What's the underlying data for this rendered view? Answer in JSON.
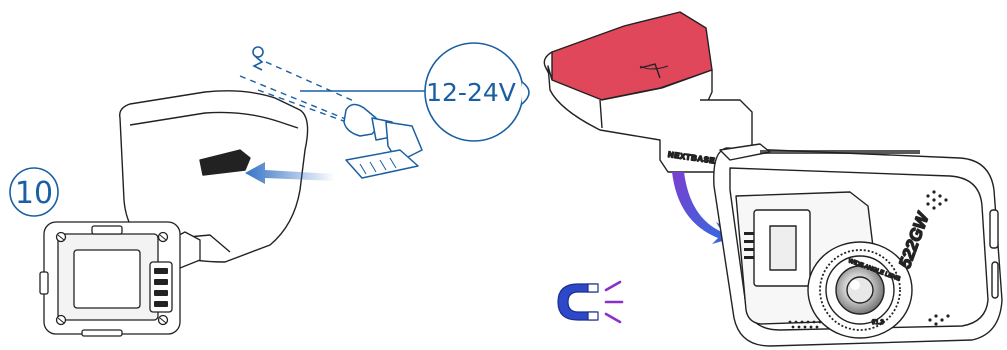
{
  "step": {
    "number": "10"
  },
  "power": {
    "voltage": "12-24V"
  },
  "camera": {
    "brand": "NEXTBASE",
    "model": "522GW",
    "lens_text": "WIDE ANGLE LENS",
    "lens_small": "f/1.3"
  },
  "icons": [
    "screw-icon",
    "plug-icon",
    "magnet-icon",
    "slide-arrow-icon",
    "curved-arrow-icon"
  ],
  "colors": {
    "accent_blue": "#1a5fa3",
    "arrow_blue": "#1f63c0",
    "adhesive_red": "#e0475a",
    "arrow_purple": "#7b3fd0",
    "magnet_blue": "#2d48c9",
    "magnet_purple": "#8b2fc9"
  }
}
